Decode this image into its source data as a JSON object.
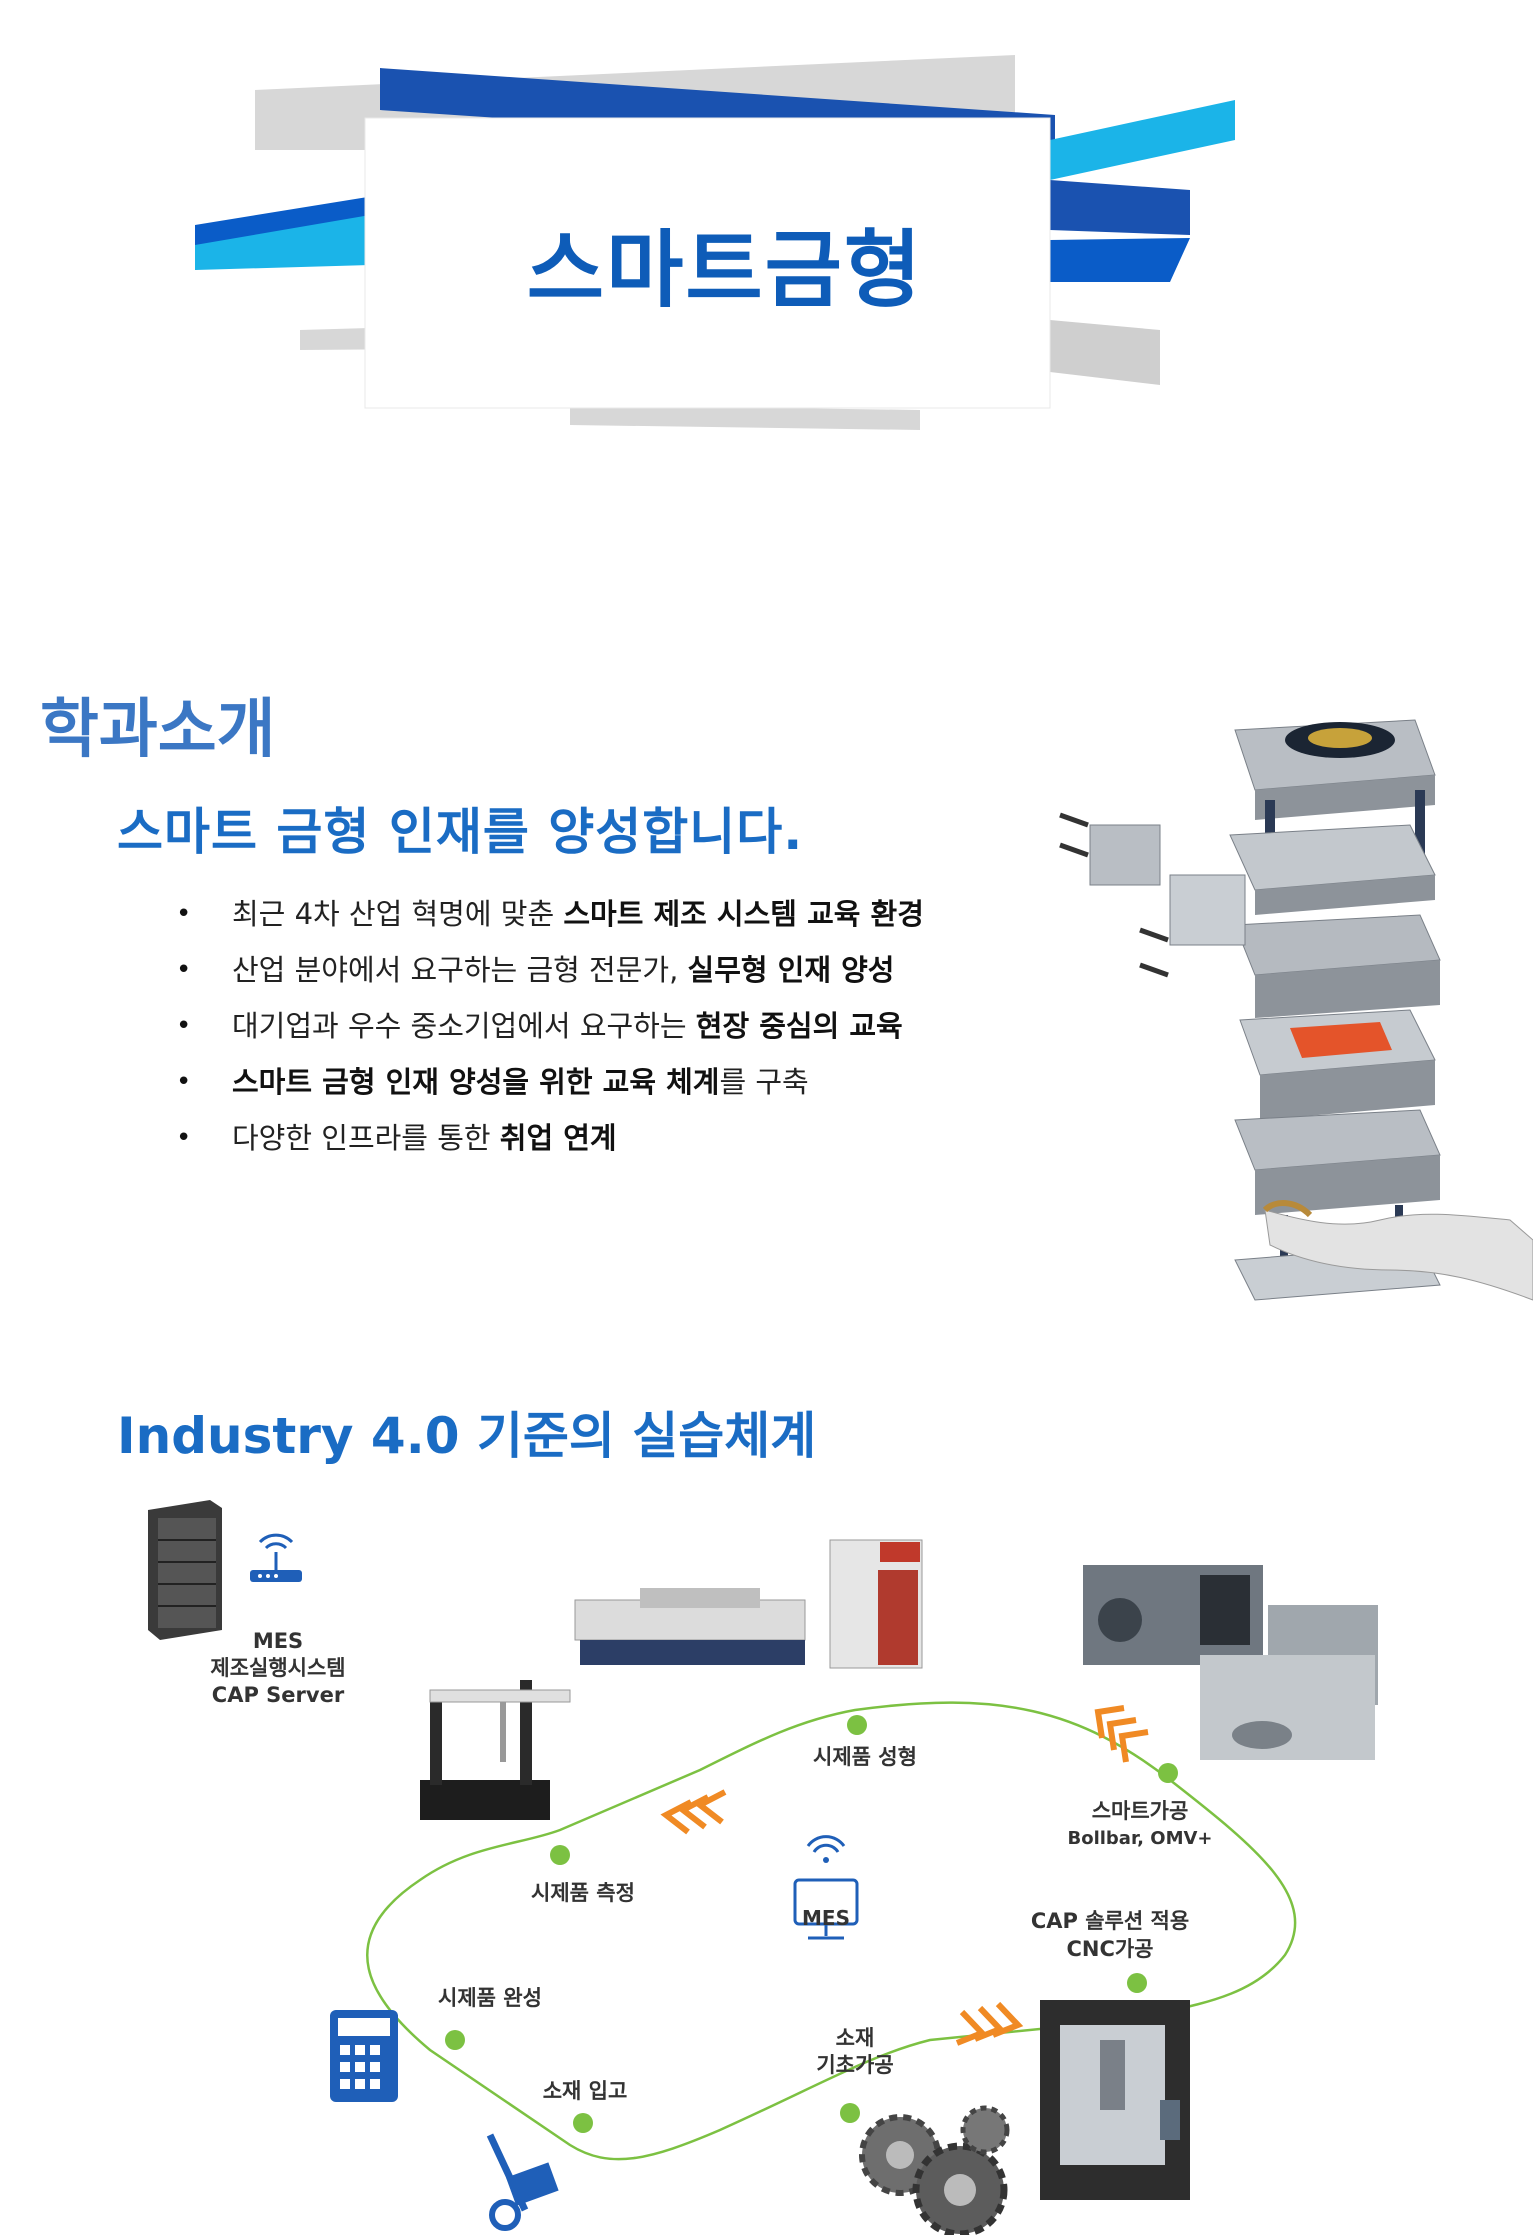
{
  "banner": {
    "title": "스마트금형"
  },
  "department": {
    "heading": "학과소개",
    "subheading": "스마트 금형 인재를 양성합니다.",
    "bullets": [
      {
        "plain": "최근 4차 산업 혁명에 맞춘 ",
        "bold": "스마트 제조 시스템 교육 환경",
        "tail": ""
      },
      {
        "plain": "산업 분야에서 요구하는 금형 전문가, ",
        "bold": "실무형 인재 양성",
        "tail": ""
      },
      {
        "plain": "대기업과 우수 중소기업에서 요구하는 ",
        "bold": "현장 중심의 교육",
        "tail": ""
      },
      {
        "plain": "",
        "bold": "스마트 금형 인재 양성을 위한 교육 체계",
        "tail": "를 구축"
      },
      {
        "plain": "다양한 인프라를 통한 ",
        "bold": "취업 연계",
        "tail": ""
      }
    ],
    "bullet_symbol": "•"
  },
  "industry": {
    "heading": "Industry 4.0 기준의 실습체계",
    "mes_server": {
      "line1": "MES",
      "line2": "제조실행시스템",
      "line3": "CAP Server"
    },
    "center_badge": "MES",
    "steps": {
      "prototype_molding": "시제품 성형",
      "smart_machining": "스마트가공",
      "smart_machining_sub": "Bollbar, OMV+",
      "cap_line1": "CAP 솔루션 적용",
      "cap_line2": "CNC가공",
      "material_line1": "소재",
      "material_line2": "기초가공",
      "material_receipt": "소재 입고",
      "prototype_complete": "시제품 완성",
      "prototype_measure": "시제품 측정"
    }
  },
  "colors": {
    "brand_blue": "#0e5cb8",
    "accent_blue": "#1a6cc4",
    "heading_blue": "#3b77c4",
    "loop_green": "#7cc142",
    "arrow_orange": "#f08a24"
  }
}
